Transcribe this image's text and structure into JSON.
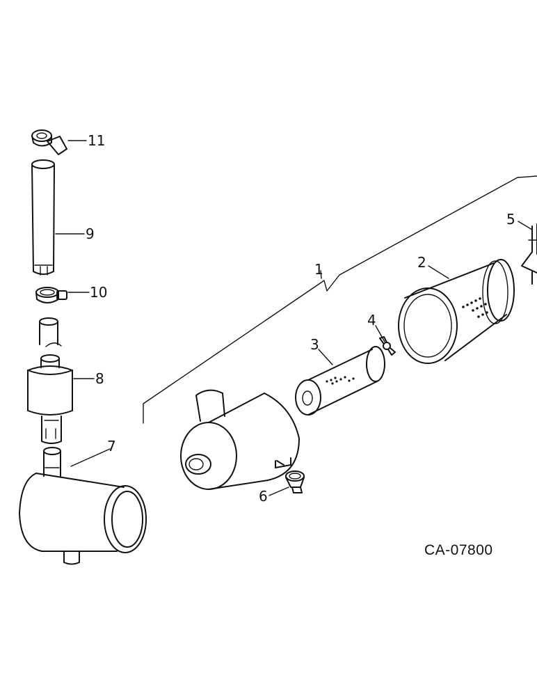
{
  "diagram": {
    "callouts": {
      "c1": "1",
      "c2": "2",
      "c3": "3",
      "c4": "4",
      "c5": "5",
      "c6": "6",
      "c7": "7",
      "c8": "8",
      "c9": "9",
      "c10": "10",
      "c11": "11"
    },
    "drawing_code": "CA-07800"
  }
}
